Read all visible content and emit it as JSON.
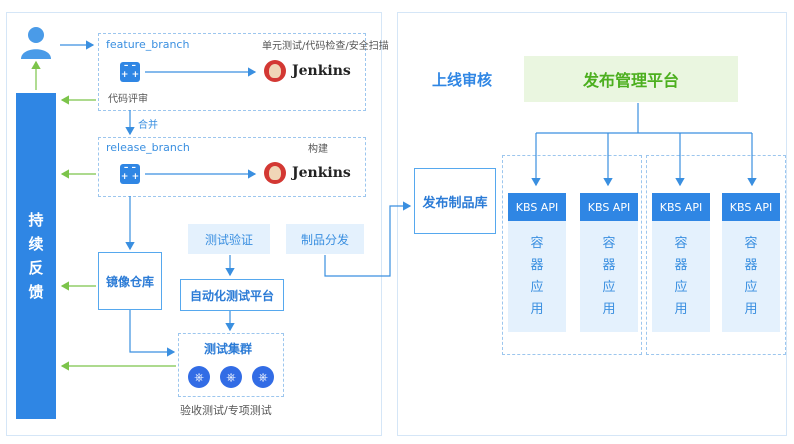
{
  "feedback": {
    "chars": [
      "持",
      "续",
      "反",
      "馈"
    ]
  },
  "feature": {
    "branch": "feature_branch",
    "checks": "单元测试/代码检查/安全扫描",
    "review": "代码评审",
    "jenkins": "Jenkins"
  },
  "merge": "合并",
  "release": {
    "branch": "release_branch",
    "build": "构建",
    "jenkins": "Jenkins"
  },
  "mirror_repo": "镜像仓库",
  "test_verify": "测试验证",
  "artifact_dist": "制品分发",
  "auto_test": "自动化测试平台",
  "test_cluster": "测试集群",
  "acceptance": "验收测试/专项测试",
  "online_review": "上线审核",
  "publish_platform": "发布管理平台",
  "artifact_repo": "发布制品库",
  "kbs": [
    {
      "api": "KBS API",
      "chars": [
        "容",
        "器",
        "应",
        "用"
      ]
    },
    {
      "api": "KBS API",
      "chars": [
        "容",
        "器",
        "应",
        "用"
      ]
    },
    {
      "api": "KBS API",
      "chars": [
        "容",
        "器",
        "应",
        "用"
      ]
    },
    {
      "api": "KBS API",
      "chars": [
        "容",
        "器",
        "应",
        "用"
      ]
    }
  ],
  "colors": {
    "primary": "#2f86e4",
    "light": "#e4f1fd",
    "green_bg": "#eaf6e0",
    "green_text": "#4caf1f",
    "arrow_green": "#7cc44a"
  }
}
